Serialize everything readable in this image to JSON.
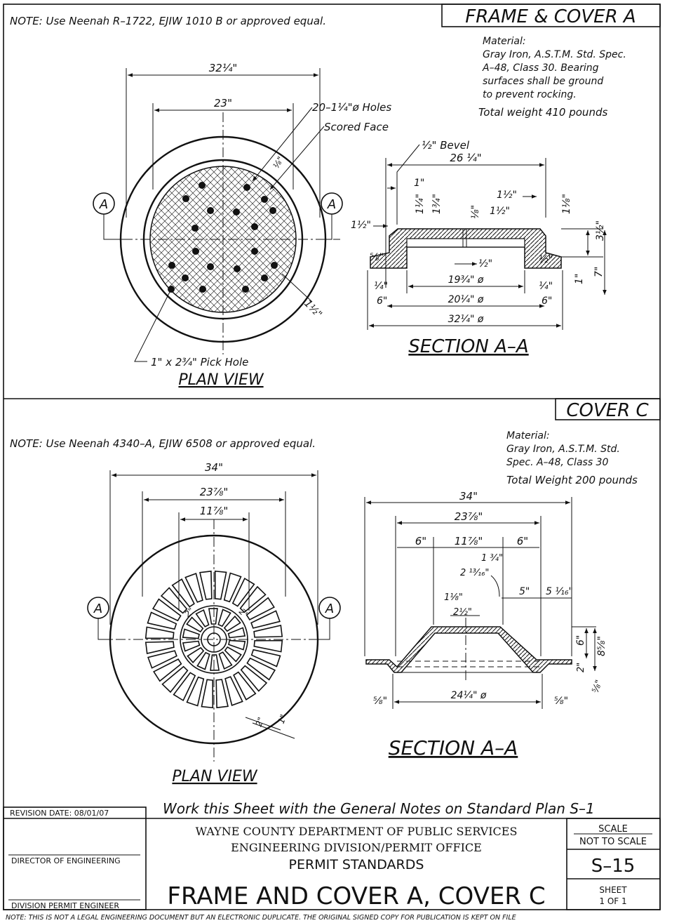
{
  "panel_a": {
    "title": "FRAME & COVER A",
    "note": "NOTE:  Use Neenah R–1722, EJIW 1010 B or approved equal.",
    "material": [
      "Material:",
      "Gray Iron, A.S.T.M. Std. Spec.",
      "A–48, Class 30.  Bearing",
      "surfaces shall be ground",
      "to prevent rocking."
    ],
    "weight": "Total weight 410 pounds",
    "plan": {
      "dim_outer": "32¼\"",
      "dim_inner": "23\"",
      "holes_label": "20–1¼\"ø Holes",
      "scored_label": "Scored Face",
      "one_eighth": "⅛\"",
      "one_half": "1½\"",
      "pick_hole": "1\" x 2¾\" Pick Hole",
      "title": "PLAN VIEW",
      "section_mark": "A"
    },
    "section": {
      "bevel": "½\" Bevel",
      "d_26": "26 ¼\"",
      "d_1": "1\"",
      "d_1_5a": "1½\"",
      "d_1_5b": "1½\"",
      "d_1_5c": "1½\"",
      "d_1_25": "1¼\"",
      "d_1_75": "1¾\"",
      "d_eighth": "⅛\"",
      "d_1_125": "1⅛\"",
      "d_3_5": "3½\"",
      "d_5_8": "⅝\"",
      "d_half_a": "½\"",
      "d_half_b": "½\"",
      "d_7": "7\"",
      "d_1v": "1\"",
      "d_quarter_a": "¼\"",
      "d_quarter_b": "¼\"",
      "d_6a": "6\"",
      "d_6b": "6\"",
      "d_19": "19¾\" ø",
      "d_20": "20¼\" ø",
      "d_32": "32¼\" ø",
      "title": "SECTION  A–A"
    }
  },
  "panel_c": {
    "title": "COVER  C",
    "note": "NOTE:  Use Neenah 4340–A, EJIW 6508 or approved equal.",
    "material": [
      "Material:",
      "Gray Iron, A.S.T.M. Std.",
      "Spec. A–48, Class 30"
    ],
    "weight": "Total Weight 200 pounds",
    "plan": {
      "dim_34": "34\"",
      "dim_23": "23⅞\"",
      "dim_11": "11⅞\"",
      "dim_2a": "2\"",
      "dim_2b": "2\"",
      "dim_2c": "2\"",
      "dim_1": "1\"",
      "title": "PLAN VIEW",
      "section_mark": "A"
    },
    "section": {
      "d_34": "34\"",
      "d_23": "23⅞\"",
      "d_6a": "6\"",
      "d_11": "11⅞\"",
      "d_6b": "6\"",
      "d_1_75": "1 ¾\"",
      "d_2_13": "2 ¹³⁄₁₆\"",
      "d_5": "5\"",
      "d_5_1": "5 ¹⁄₁₆\"",
      "d_1_125": "1⅛\"",
      "d_2_5": "2½\"",
      "d_6v": "6\"",
      "d_8": "8⅝\"",
      "d_2v": "2\"",
      "d_5_8v": "⅝\"",
      "d_5_8a": "⅝\"",
      "d_5_8b": "⅝\"",
      "d_24": "24¼\" ø",
      "title": "SECTION  A–A"
    }
  },
  "footer": {
    "general_notes": "Work this Sheet with the General Notes on Standard Plan S–1",
    "revision": "REVISION DATE: 08/01/07",
    "director": "DIRECTOR OF ENGINEERING",
    "division": "DIVISION PERMIT ENGINEER",
    "dept1": "WAYNE COUNTY DEPARTMENT OF PUBLIC SERVICES",
    "dept2": "ENGINEERING DIVISION/PERMIT OFFICE",
    "standards": "PERMIT STANDARDS",
    "sheet_title": "FRAME AND COVER A, COVER C",
    "scale_label": "SCALE",
    "scale_value": "NOT TO SCALE",
    "plan_no": "S–15",
    "sheet_label": "SHEET",
    "sheet_value": "1 OF 1",
    "disclaimer": "NOTE: THIS IS NOT A LEGAL ENGINEERING DOCUMENT BUT AN ELECTRONIC DUPLICATE. THE ORIGINAL SIGNED COPY FOR PUBLICATION IS KEPT ON FILE"
  }
}
